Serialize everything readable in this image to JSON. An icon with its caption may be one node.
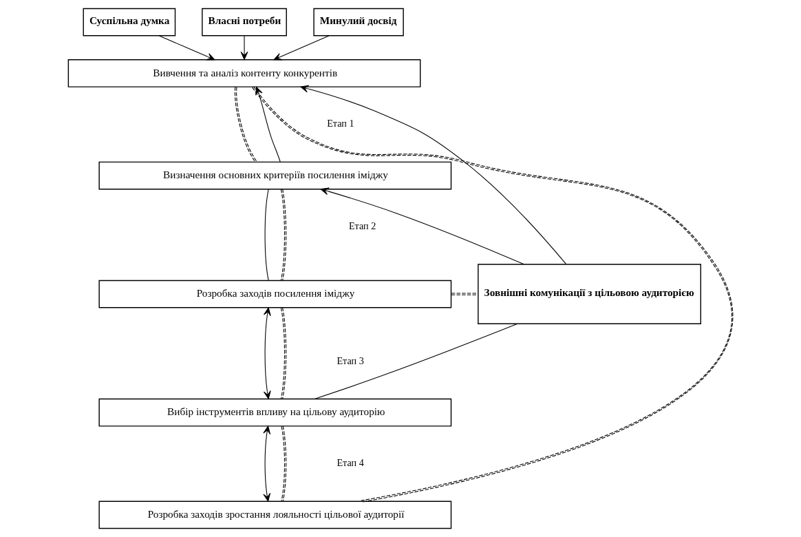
{
  "diagram": {
    "nodes": [
      {
        "text": [
          "Суспільна думка"
        ]
      },
      {
        "text": [
          "Власні потреби"
        ]
      },
      {
        "text": [
          "Минулий досвід"
        ]
      },
      {
        "text": [
          "Вивчення та аналіз контенту конкурентів"
        ]
      },
      {
        "text": [
          "Визначення основних критеріїв посилення іміджу"
        ]
      },
      {
        "text": [
          "Розробка заходів посилення іміджу"
        ]
      },
      {
        "text": [
          "Вибір інструментів впливу на цільову аудиторію"
        ]
      },
      {
        "text": [
          "Розробка заходів зростання лояльності цільової аудиторії"
        ]
      },
      {
        "text": [
          "Зовнішні комунікації з цільовою аудиторією"
        ]
      }
    ],
    "edges": [
      {
        "from": 0,
        "to": 3,
        "arrow": "to"
      },
      {
        "from": 1,
        "to": 3,
        "arrow": "to"
      },
      {
        "from": 2,
        "to": 3,
        "arrow": "to"
      },
      {
        "from": 4,
        "to": 3,
        "arrow": "to"
      },
      {
        "from": 4,
        "to": 5,
        "arrow": "none"
      },
      {
        "from": 5,
        "to": 6,
        "arrow": "both"
      },
      {
        "from": 6,
        "to": 7,
        "arrow": "both"
      },
      {
        "from": 8,
        "to": 3,
        "arrow": "to"
      },
      {
        "from": 8,
        "to": 4,
        "arrow": "to"
      },
      {
        "from": 6,
        "to": 8,
        "arrow": "none"
      },
      {
        "from": 5,
        "to": 8,
        "arrow": "none",
        "style": "dashed"
      },
      {
        "from": 3,
        "to": 4,
        "arrow": "none",
        "style": "dashed"
      },
      {
        "from": 4,
        "to": 5,
        "arrow": "none",
        "style": "dashed"
      },
      {
        "from": 5,
        "to": 6,
        "arrow": "none",
        "style": "dashed"
      },
      {
        "from": 6,
        "to": 7,
        "arrow": "none",
        "style": "dashed"
      },
      {
        "from": 3,
        "to": 7,
        "arrow": "none",
        "style": "dashed"
      }
    ],
    "labels": [
      "Етап 1",
      "Етап 2",
      "Етап 3",
      "Етап 4"
    ]
  }
}
